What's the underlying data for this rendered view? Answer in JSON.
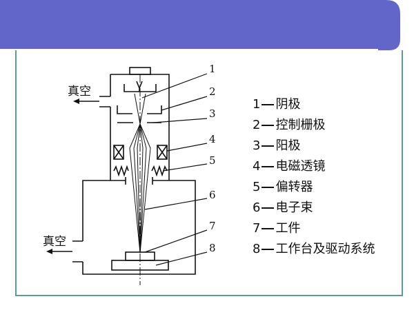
{
  "diagram": {
    "vacuum_label": "真空",
    "callout_numbers": [
      "1",
      "2",
      "3",
      "4",
      "5",
      "6",
      "7",
      "8"
    ]
  },
  "legend": {
    "items": [
      {
        "num": "1",
        "text": "阴极"
      },
      {
        "num": "2",
        "text": "控制栅极"
      },
      {
        "num": "3",
        "text": "阳极"
      },
      {
        "num": "4",
        "text": "电磁透镜"
      },
      {
        "num": "5",
        "text": "偏转器"
      },
      {
        "num": "6",
        "text": "电子束"
      },
      {
        "num": "7",
        "text": "工件"
      },
      {
        "num": "8",
        "text": "工作台及驱动系统"
      }
    ]
  },
  "colors": {
    "banner": "#6166c8",
    "frame": "#5a9a9a",
    "ink": "#111111"
  }
}
